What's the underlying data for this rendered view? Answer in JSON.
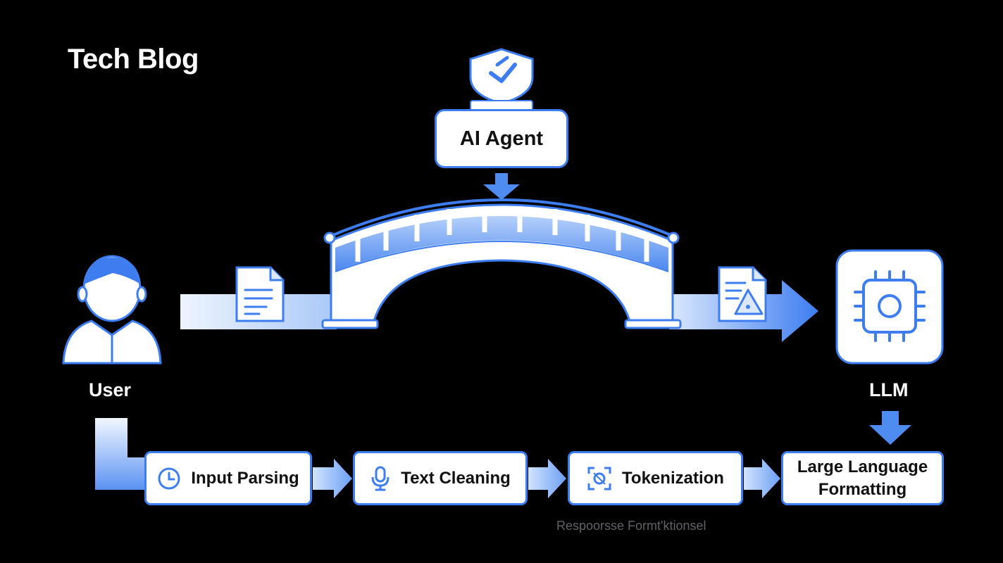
{
  "header": {
    "title": "Tech Blog"
  },
  "nodes": {
    "user": "User",
    "agent": "AI Agent",
    "llm": "LLM"
  },
  "steps": [
    {
      "label": "Input Parsing",
      "icon": "clock-icon"
    },
    {
      "label": "Text Cleaning",
      "icon": "microphone-icon"
    },
    {
      "label": "Tokenization",
      "icon": "scan-icon"
    },
    {
      "label_line1": "Large Language",
      "label_line2": "Formatting"
    }
  ],
  "caption": "Respoorsse  Formt'ktionsel",
  "colors": {
    "background": "#000000",
    "accent": "#3d7df0",
    "light_accent": "#a9c8f7",
    "box": "#ffffff"
  }
}
